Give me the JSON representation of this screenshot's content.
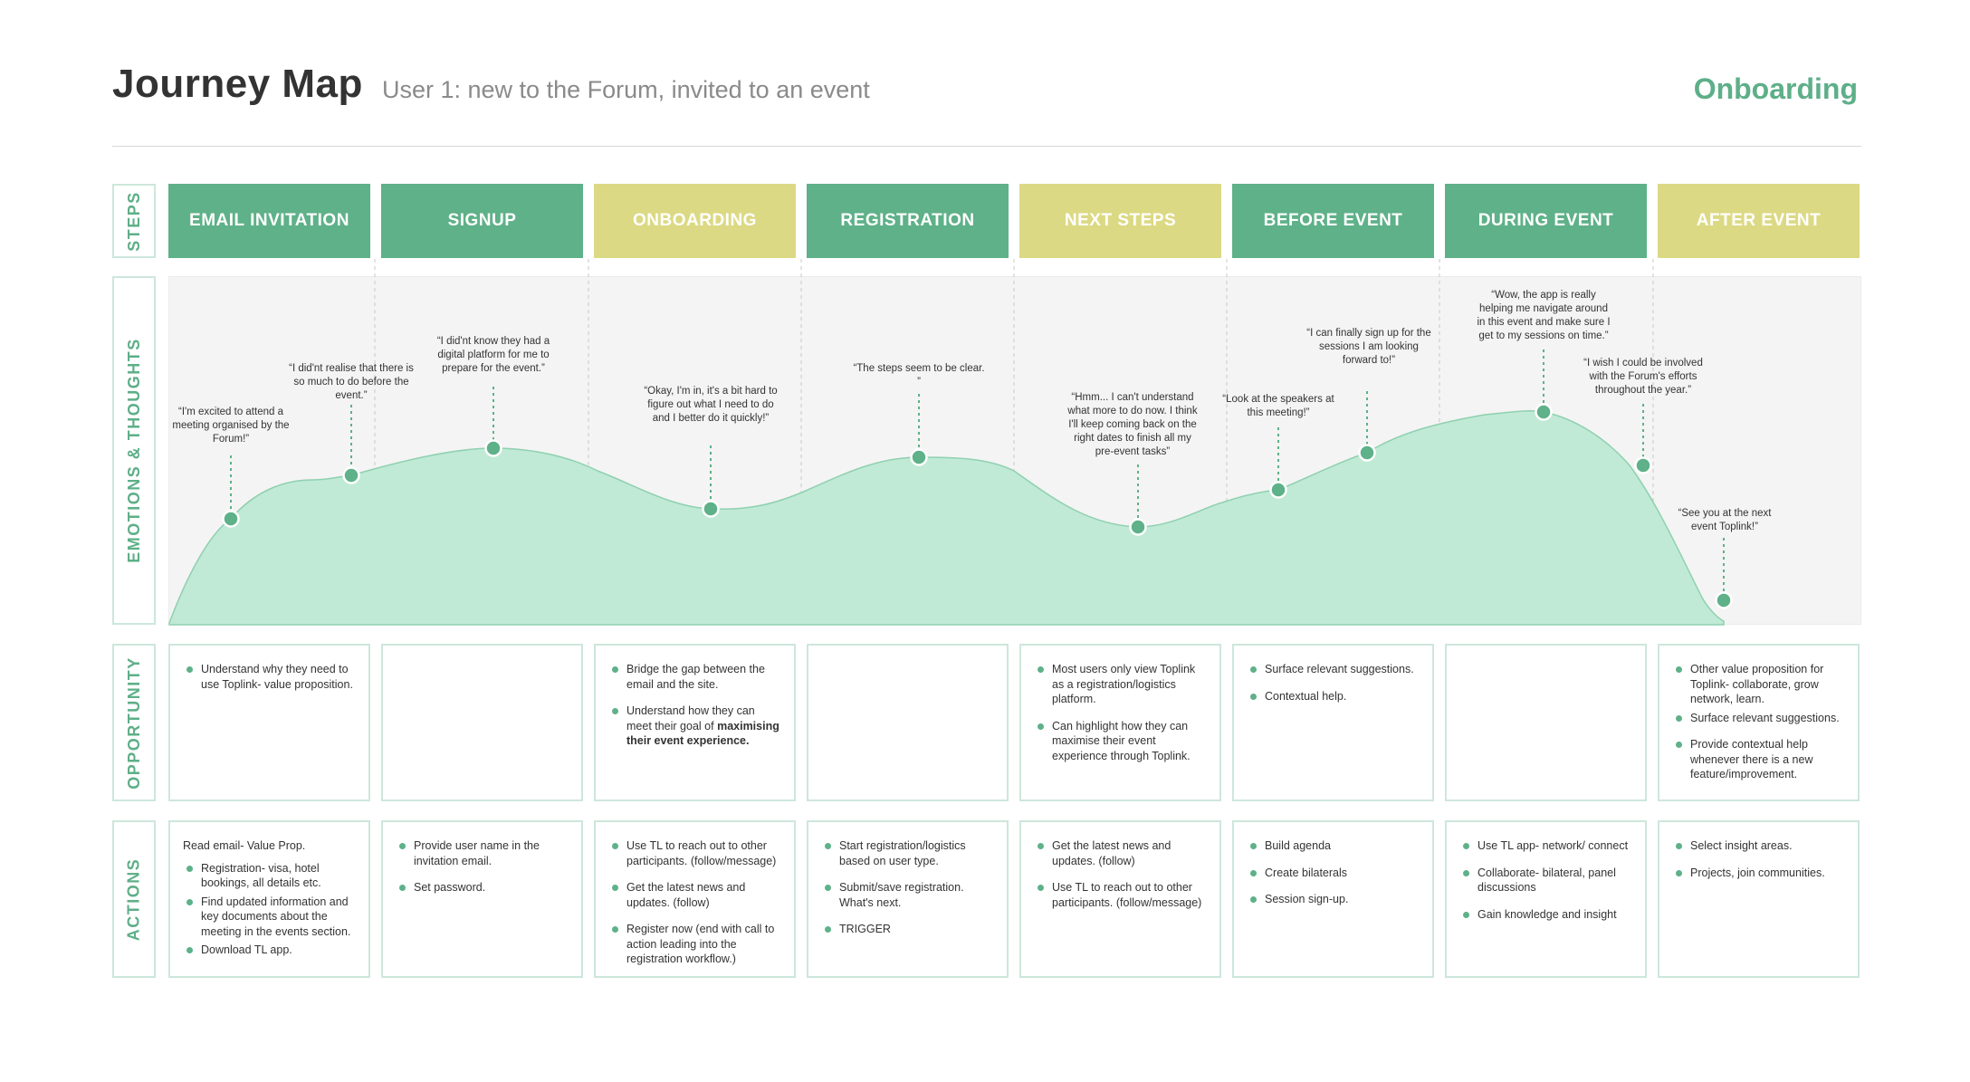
{
  "header": {
    "title": "Journey Map",
    "subtitle": "User 1: new to the Forum, invited to an event",
    "phase": "Onboarding"
  },
  "row_labels": {
    "steps": "STEPS",
    "emotions": "EMOTIONS & THOUGHTS",
    "opportunity": "OPPORTUNITY",
    "actions": "ACTIONS"
  },
  "colors": {
    "green": "#5eb188",
    "yellow": "#dcd984",
    "curve_fill": "#c0ead5",
    "border": "#cde7db"
  },
  "steps": [
    {
      "label": "EMAIL INVITATION",
      "color": "green"
    },
    {
      "label": "SIGNUP",
      "color": "green"
    },
    {
      "label": "ONBOARDING",
      "color": "yellow"
    },
    {
      "label": "REGISTRATION",
      "color": "green"
    },
    {
      "label": "NEXT STEPS",
      "color": "yellow"
    },
    {
      "label": "BEFORE EVENT",
      "color": "green"
    },
    {
      "label": "DURING EVENT",
      "color": "green"
    },
    {
      "label": "AFTER EVENT",
      "color": "yellow"
    }
  ],
  "quotes": [
    "“I'm excited to attend a meeting organised by the Forum!”",
    "“I did'nt realise that there is so much to do before the event.”",
    "“I did'nt know they had a digital platform for me to prepare for the event.”",
    "“Okay, I'm in, it's a bit hard to figure out what I need to do and I better do it quickly!”",
    "“The steps seem to be clear. ”",
    "“Hmm... I can't understand what more to do now. I think I'll keep coming back on the right dates to finish all my pre-event tasks”",
    "“Look at the speakers at this meeting!”",
    "“I can finally sign up for the sessions I am looking forward to!”",
    "“Wow, the app is really helping me navigate around in this event and make sure I get to my sessions on time.”",
    "“I wish I could be involved with the Forum's efforts throughout the year.”",
    "“See you at the next event Toplink!”"
  ],
  "opportunity": [
    {
      "items": [
        "Understand why they need to use Toplink- value proposition."
      ]
    },
    {
      "items": []
    },
    {
      "items": [
        "Bridge the gap between the email and the site.",
        "Understand how they can meet their goal of"
      ],
      "bold": "maximising their event experience."
    },
    {
      "items": []
    },
    {
      "items": [
        "Most users only view Toplink as a registration/logistics platform.",
        "Can highlight how they can maximise their event experience through Toplink."
      ]
    },
    {
      "items": [
        "Surface relevant suggestions.",
        "Contextual help."
      ]
    },
    {
      "items": []
    },
    {
      "items": [
        "Other value proposition for Toplink- collaborate, grow network, learn.",
        "Surface relevant suggestions.",
        "Provide contextual help whenever there is a new feature/improvement."
      ]
    }
  ],
  "actions": [
    {
      "lead": "Read email- Value Prop.",
      "items": [
        "Registration- visa, hotel bookings, all details etc.",
        "Find updated information and key documents about the meeting in the events section.",
        "Download TL app."
      ]
    },
    {
      "items": [
        "Provide user name in the invitation email.",
        "Set password."
      ]
    },
    {
      "items": [
        "Use TL to reach out to other participants. (follow/message)",
        "Get the latest news and updates. (follow)",
        "Register now (end with call to action leading into the registration workflow.)"
      ]
    },
    {
      "items": [
        "Start registration/logistics based on user type.",
        "Submit/save registration. What's next.",
        "TRIGGER"
      ]
    },
    {
      "items": [
        "Get the latest news and updates. (follow)",
        "Use TL to reach out to other participants. (follow/message)"
      ]
    },
    {
      "items": [
        "Build agenda",
        "Create bilaterals",
        "Session sign-up."
      ]
    },
    {
      "items": [
        "Use TL app- network/ connect",
        "Collaborate- bilateral, panel discussions",
        "Gain knowledge and insight"
      ]
    },
    {
      "items": [
        "Select insight areas.",
        "Projects, join communities."
      ]
    }
  ]
}
